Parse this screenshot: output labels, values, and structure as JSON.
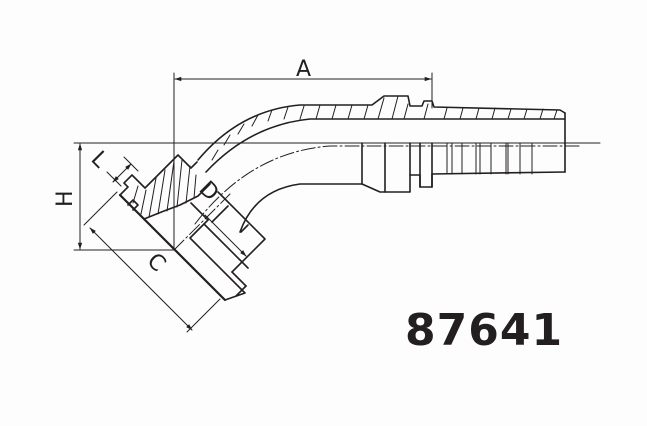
{
  "diagram": {
    "subject": "45-degree hose fitting technical drawing",
    "part_number": "87641",
    "dimension_labels": {
      "A": "A",
      "C": "C",
      "D": "D",
      "H": "H",
      "L": "L"
    },
    "colors": {
      "line": "#231f20",
      "background": "#fdfdfd"
    }
  }
}
